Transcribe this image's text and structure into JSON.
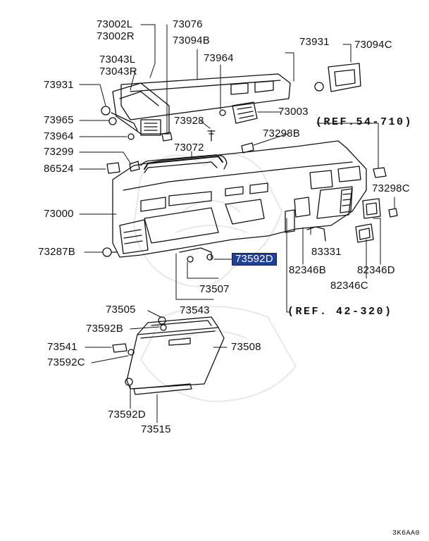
{
  "diagram": {
    "parts": {
      "p73002L": "73002L",
      "p73002R": "73002R",
      "p73076": "73076",
      "p73094B": "73094B",
      "p73931a": "73931",
      "p73094C": "73094C",
      "p73043L": "73043L",
      "p73043R": "73043R",
      "p73964a": "73964",
      "p73931b": "73931",
      "p73003": "73003",
      "p73965": "73965",
      "p73928": "73928",
      "p73964b": "73964",
      "p73298B": "73298B",
      "p73299": "73299",
      "p73072": "73072",
      "p86524": "86524",
      "p73298C": "73298C",
      "p73000": "73000",
      "p83331": "83331",
      "p73287B": "73287B",
      "p73592D_hl": "73592D",
      "p82346B": "82346B",
      "p82346D": "82346D",
      "p73507": "73507",
      "p82346C": "82346C",
      "p73543": "73543",
      "p73505": "73505",
      "p73592B": "73592B",
      "p73541": "73541",
      "p73508": "73508",
      "p73592C": "73592C",
      "p73592D": "73592D",
      "p73515": "73515"
    },
    "refs": {
      "ref54": "(REF.54-710)",
      "ref42": "(REF. 42-320)"
    },
    "highlight_color": "#1f3f99",
    "footer_code": "3K6AA0"
  }
}
